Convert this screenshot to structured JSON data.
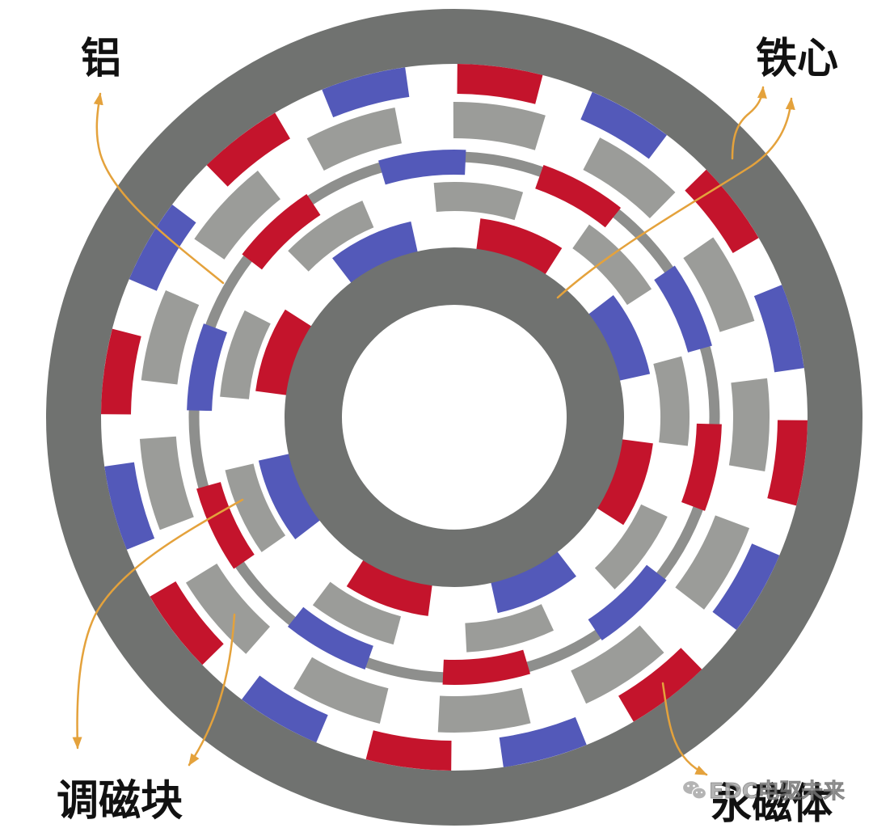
{
  "diagram": {
    "labels": {
      "aluminum": "铝",
      "iron_core": "铁心",
      "modulator_pieces": "调磁块",
      "permanent_magnet": "永磁体"
    }
  },
  "watermark": {
    "icon": "wechat-icon",
    "text": "EDC电驱未来"
  },
  "colors": {
    "background": "#ffffff",
    "iron_core": "#707270",
    "aluminum_ring": "#8e8f8d",
    "modulator": "#9b9c99",
    "magnet_red": "#c4142c",
    "magnet_blue": "#5359b9",
    "arrow": "#e4a23c",
    "label_text": "#111111",
    "watermark": "#a8a8a8"
  }
}
